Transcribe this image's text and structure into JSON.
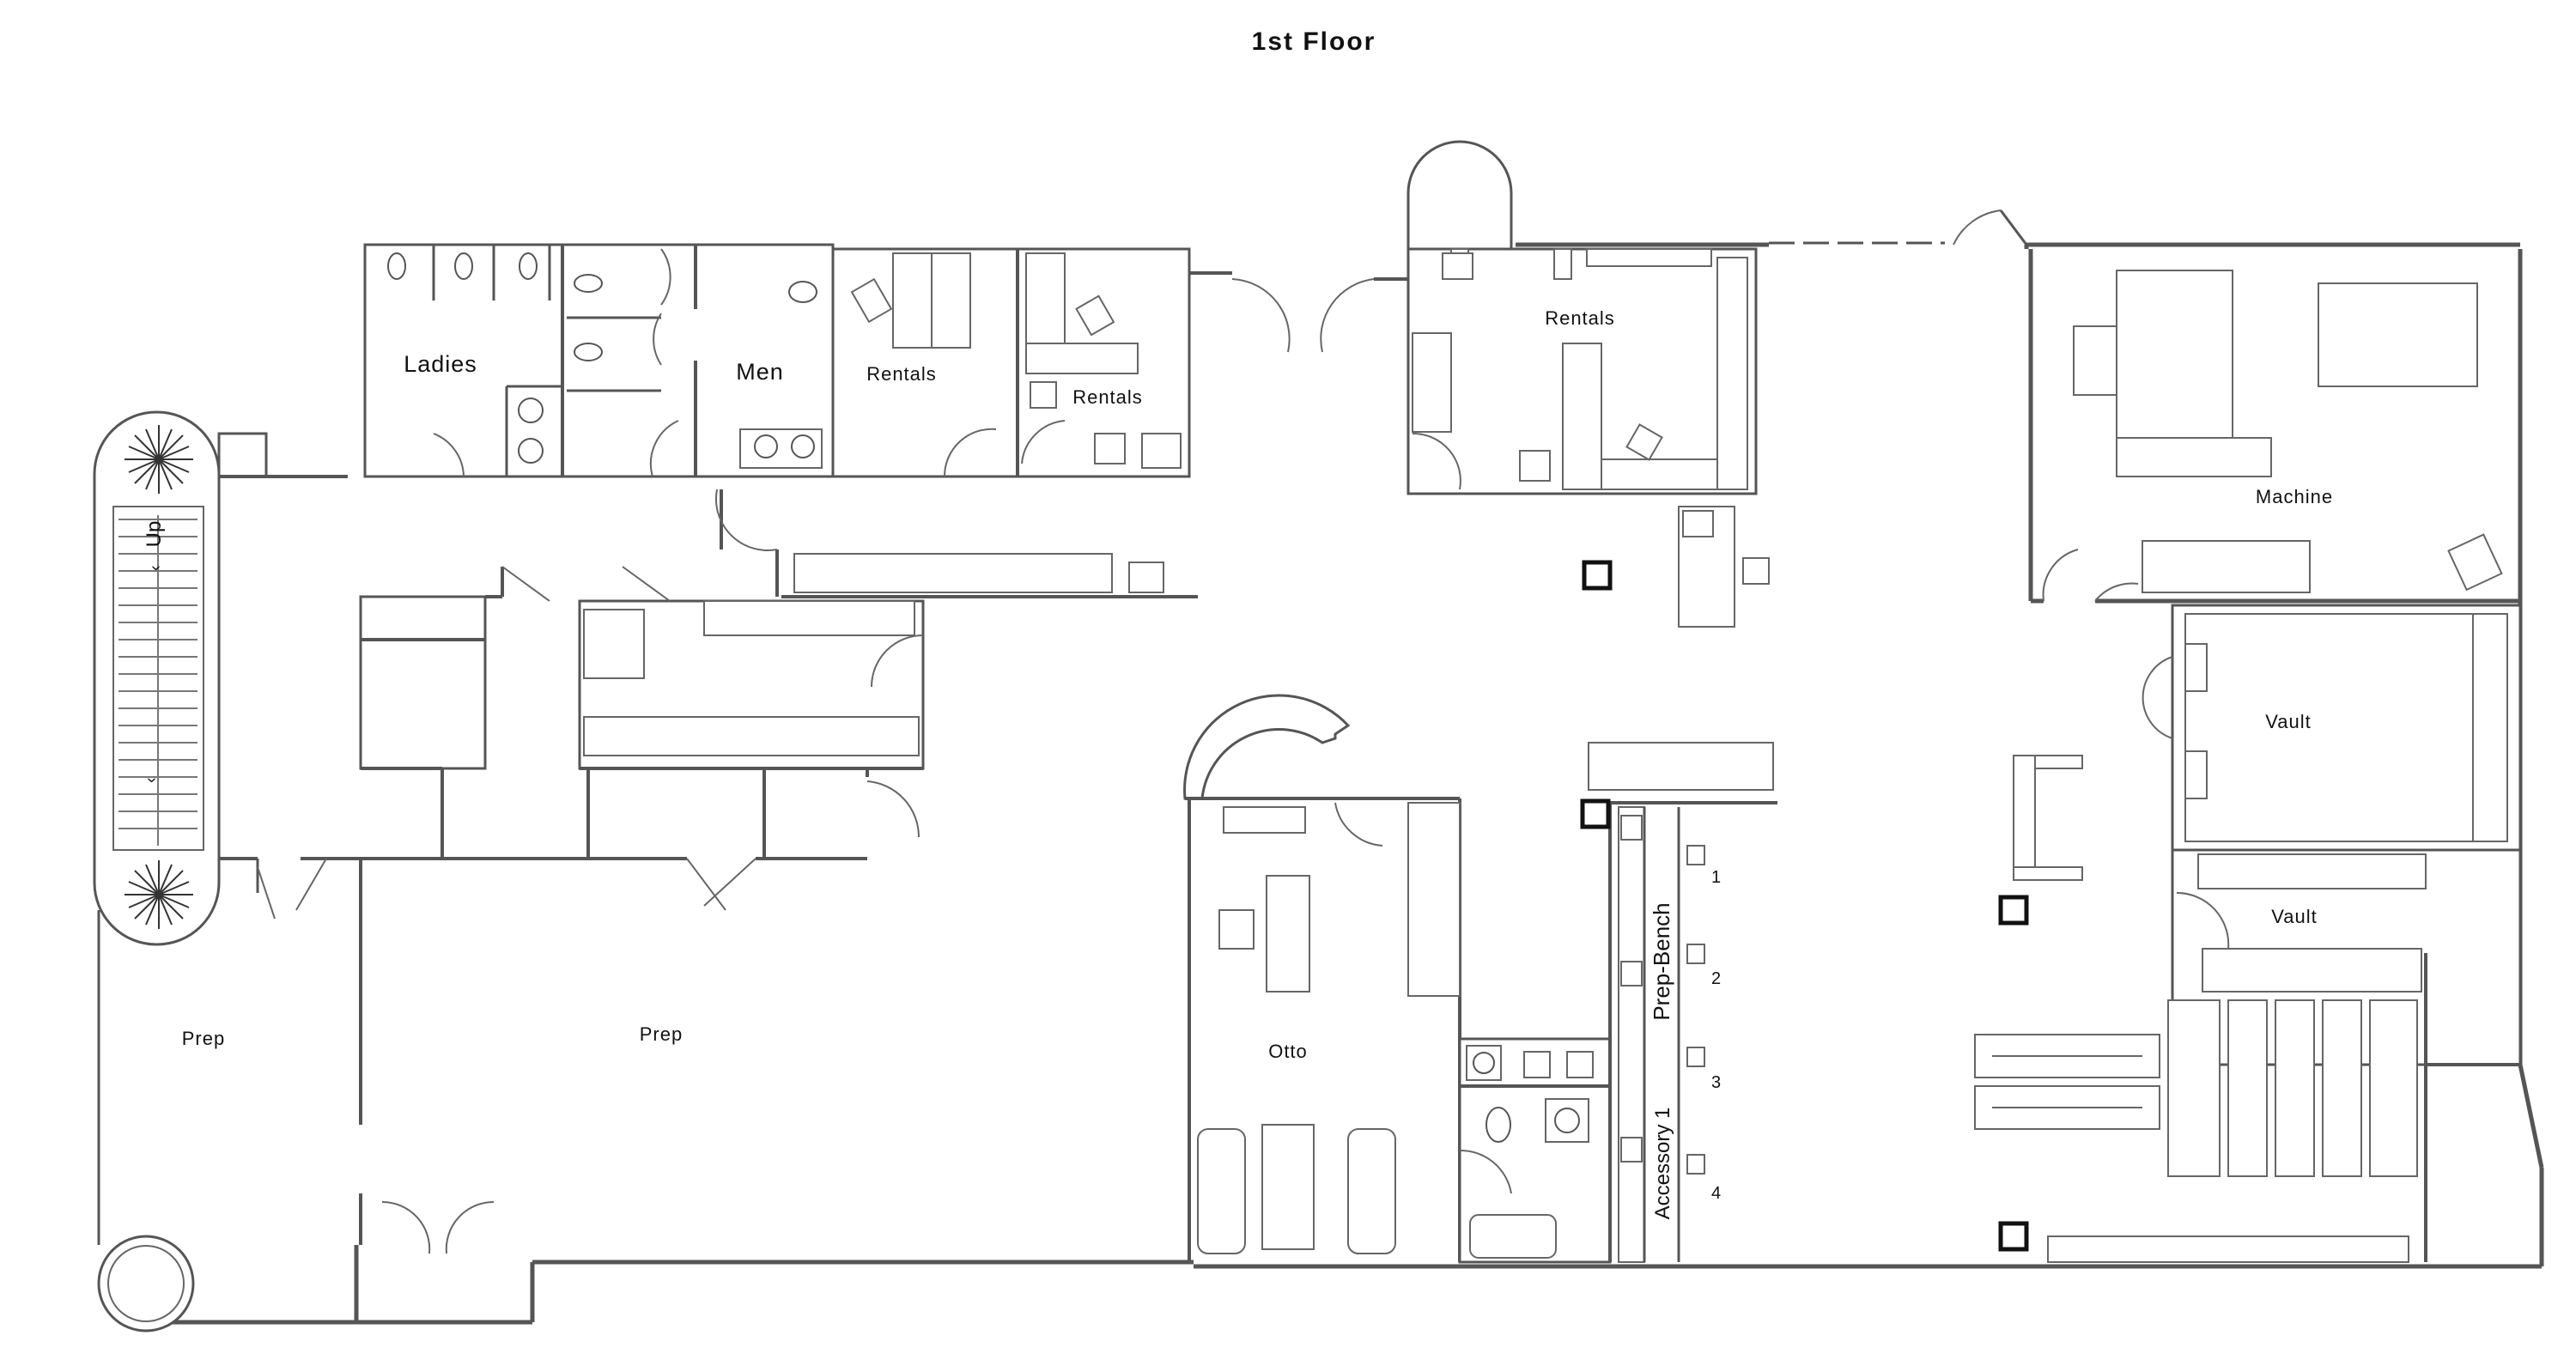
{
  "title": "1st Floor",
  "rooms": {
    "ladies": "Ladies",
    "men": "Men",
    "rentals_1": "Rentals",
    "rentals_2": "Rentals",
    "rentals_3": "Rentals",
    "machine": "Machine",
    "vault_1": "Vault",
    "vault_2": "Vault",
    "prep_1": "Prep",
    "prep_2": "Prep",
    "otto": "Otto",
    "prep_bench": "Prep-Bench",
    "accessory": "Accessory 1"
  },
  "stairs": {
    "label": "Up"
  },
  "bench_numbers": [
    "1",
    "2",
    "3",
    "4"
  ],
  "colors": {
    "wall": "#555555",
    "marker": "#111111",
    "background": "#ffffff"
  }
}
